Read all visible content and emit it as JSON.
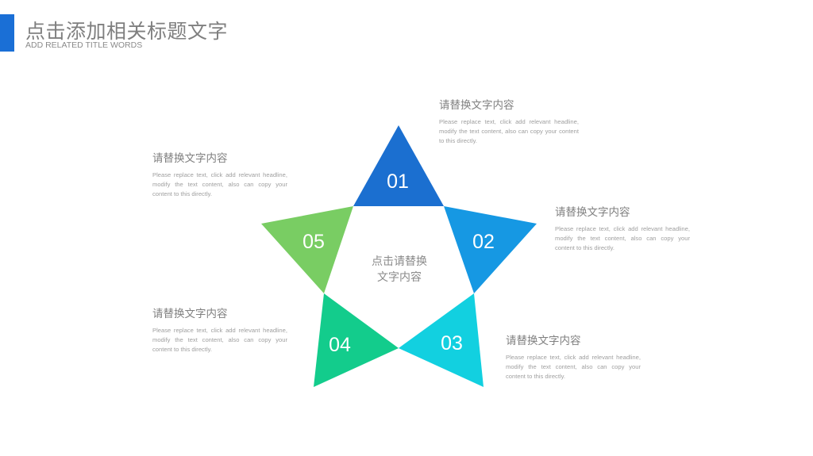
{
  "header": {
    "title": "点击添加相关标题文字",
    "subtitle": "ADD RELATED TITLE WORDS",
    "accent_color": "#1a6fd6"
  },
  "center": {
    "line1": "点击请替换",
    "line2": "文字内容"
  },
  "segments": [
    {
      "number": "01",
      "color": "#1b6fd0"
    },
    {
      "number": "02",
      "color": "#1698e3"
    },
    {
      "number": "03",
      "color": "#12d0e0"
    },
    {
      "number": "04",
      "color": "#13cc8c"
    },
    {
      "number": "05",
      "color": "#79cd63"
    }
  ],
  "blocks": [
    {
      "title": "请替换文字内容",
      "body": "Please replace text, click add relevant headline, modify the text content, also can copy your content to this directly."
    },
    {
      "title": "请替换文字内容",
      "body": "Please replace text, click add relevant headline, modify the text content, also can copy your content to this directly."
    },
    {
      "title": "请替换文字内容",
      "body": "Please replace text, click add relevant headline, modify the text content, also can copy your content to this directly."
    },
    {
      "title": "请替换文字内容",
      "body": "Please replace text, click add relevant headline, modify the text content, also can copy your content to this directly."
    },
    {
      "title": "请替换文字内容",
      "body": "Please replace text, click add relevant headline, modify the text content, also can copy your content to this directly."
    }
  ]
}
